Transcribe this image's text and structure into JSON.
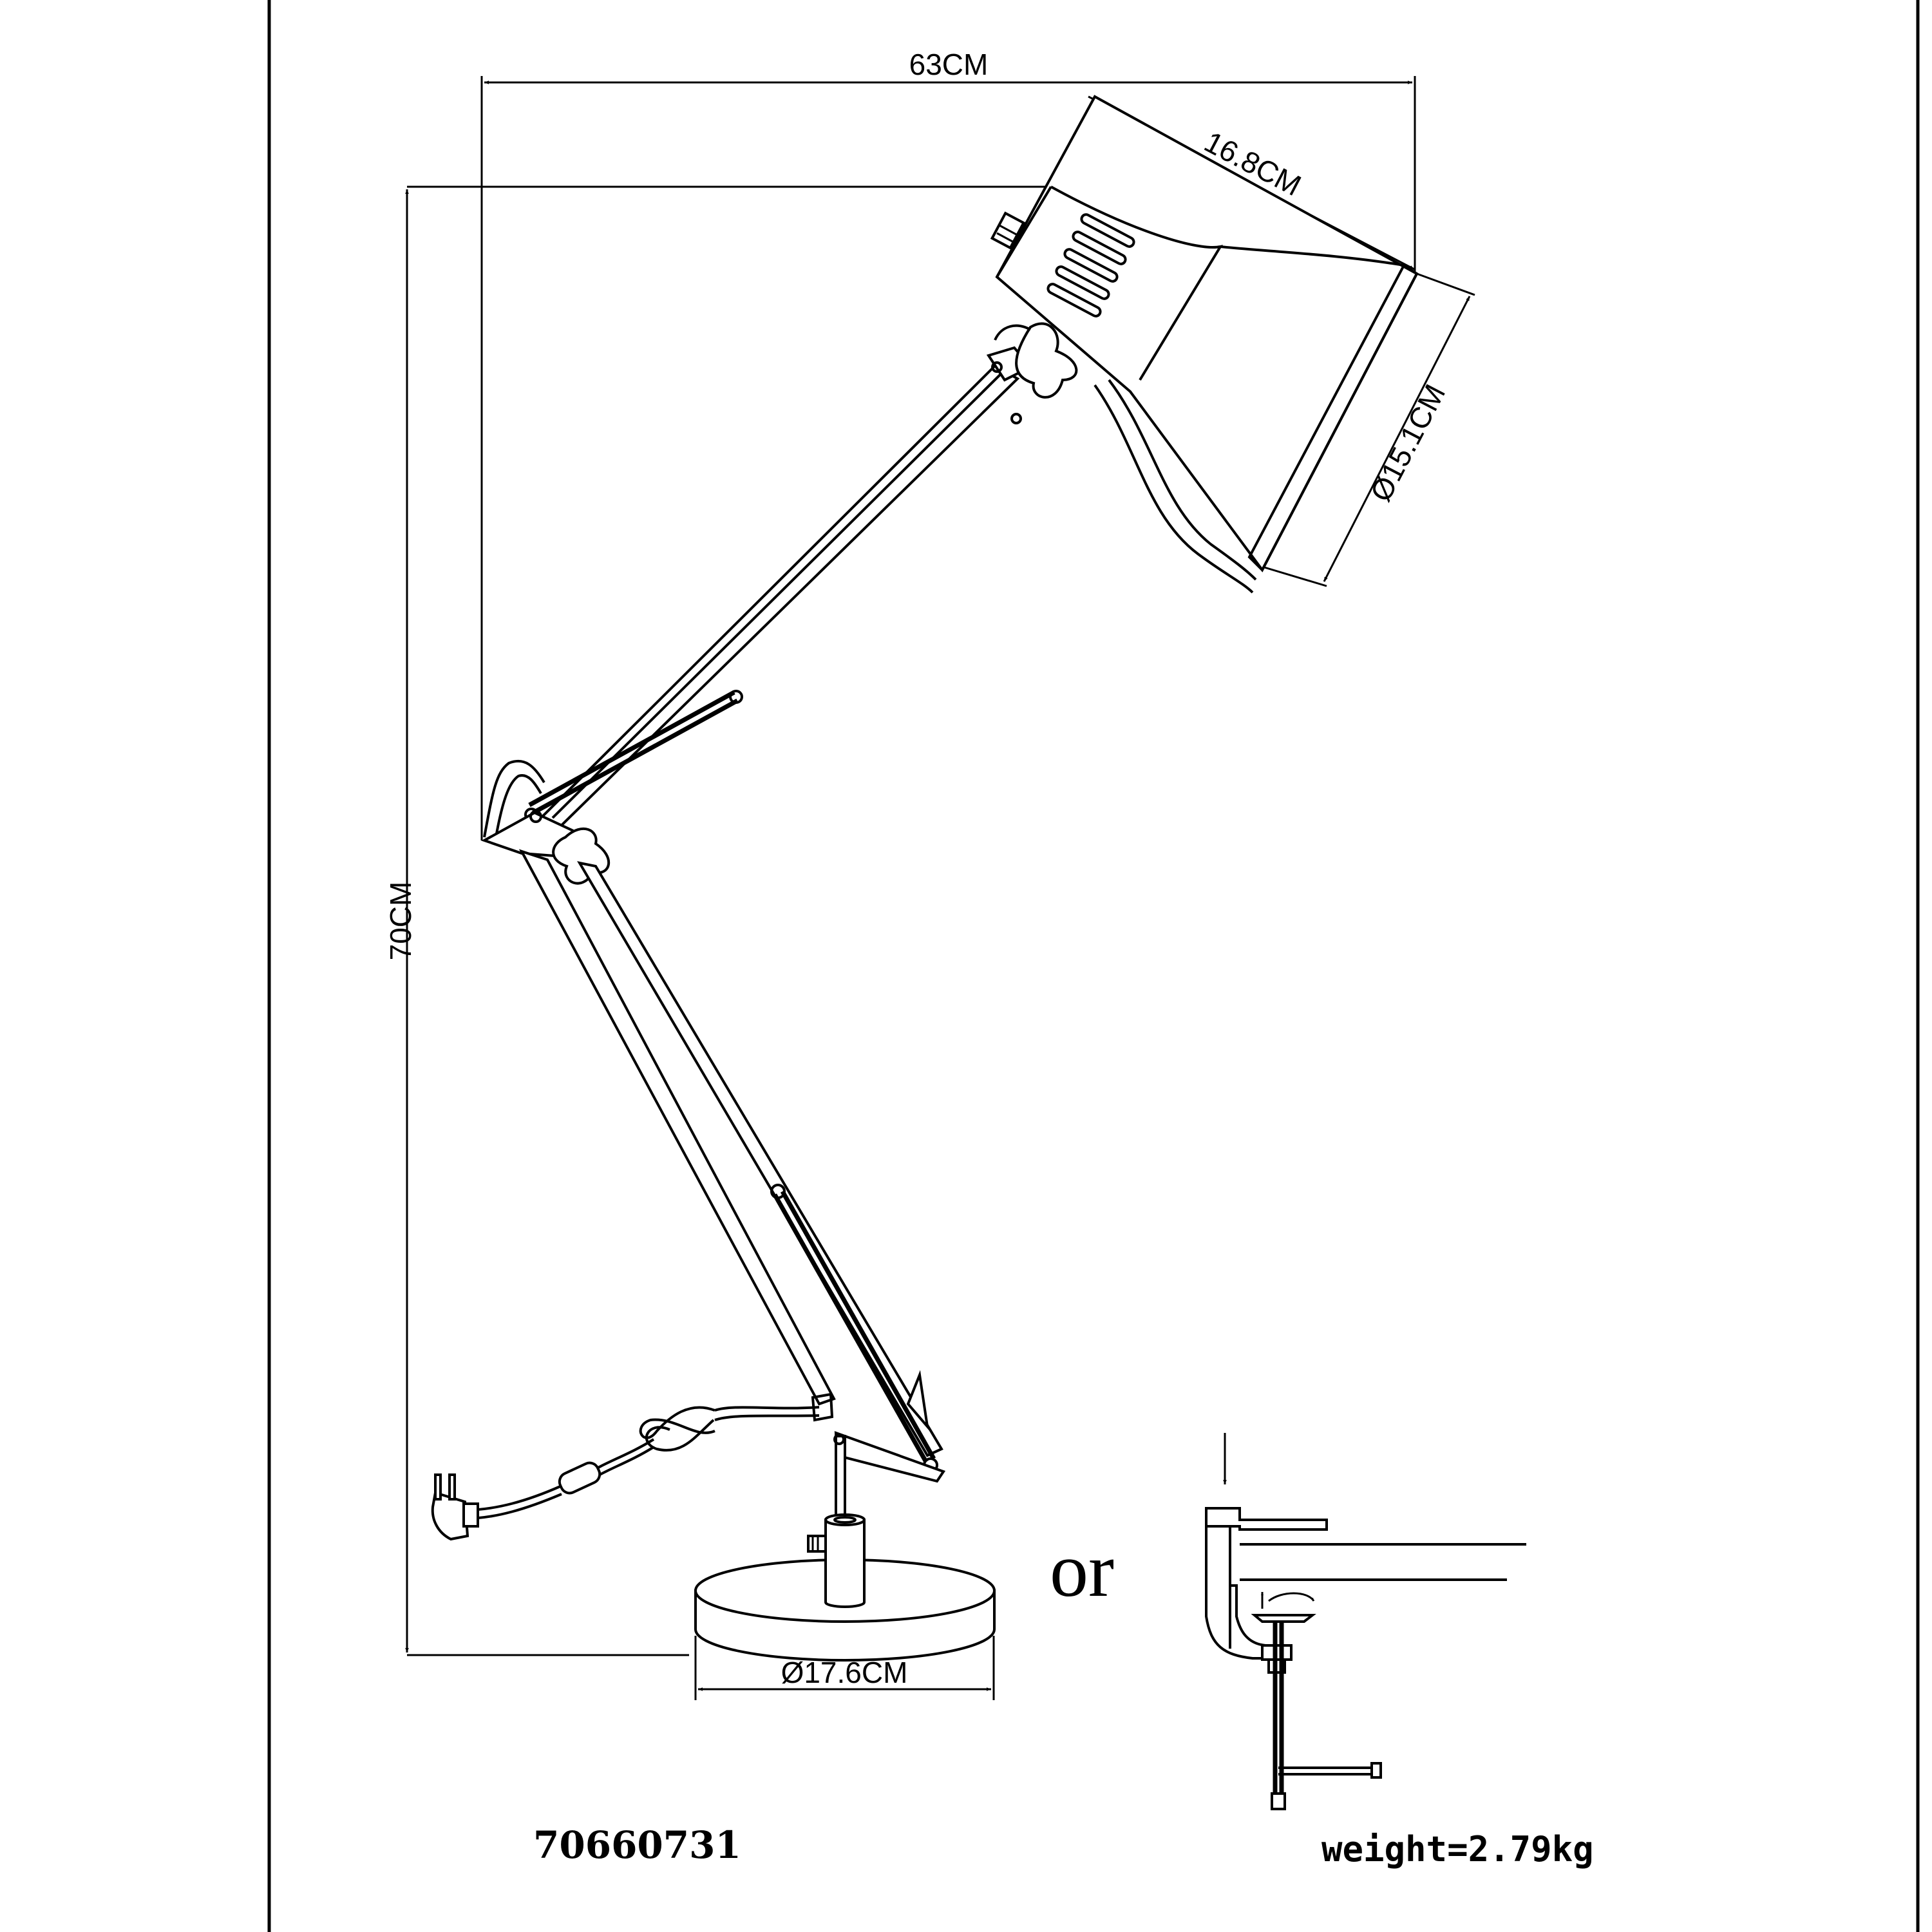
{
  "diagram": {
    "labels": {
      "overall_width": "63CM",
      "shade_length": "16.8CM",
      "shade_diameter": "Ø15.1CM",
      "overall_height": "70CM",
      "base_diameter": "Ø17.6CM",
      "alternative": "or"
    },
    "model_number": "70660731",
    "weight": "weight=2.79kg"
  }
}
